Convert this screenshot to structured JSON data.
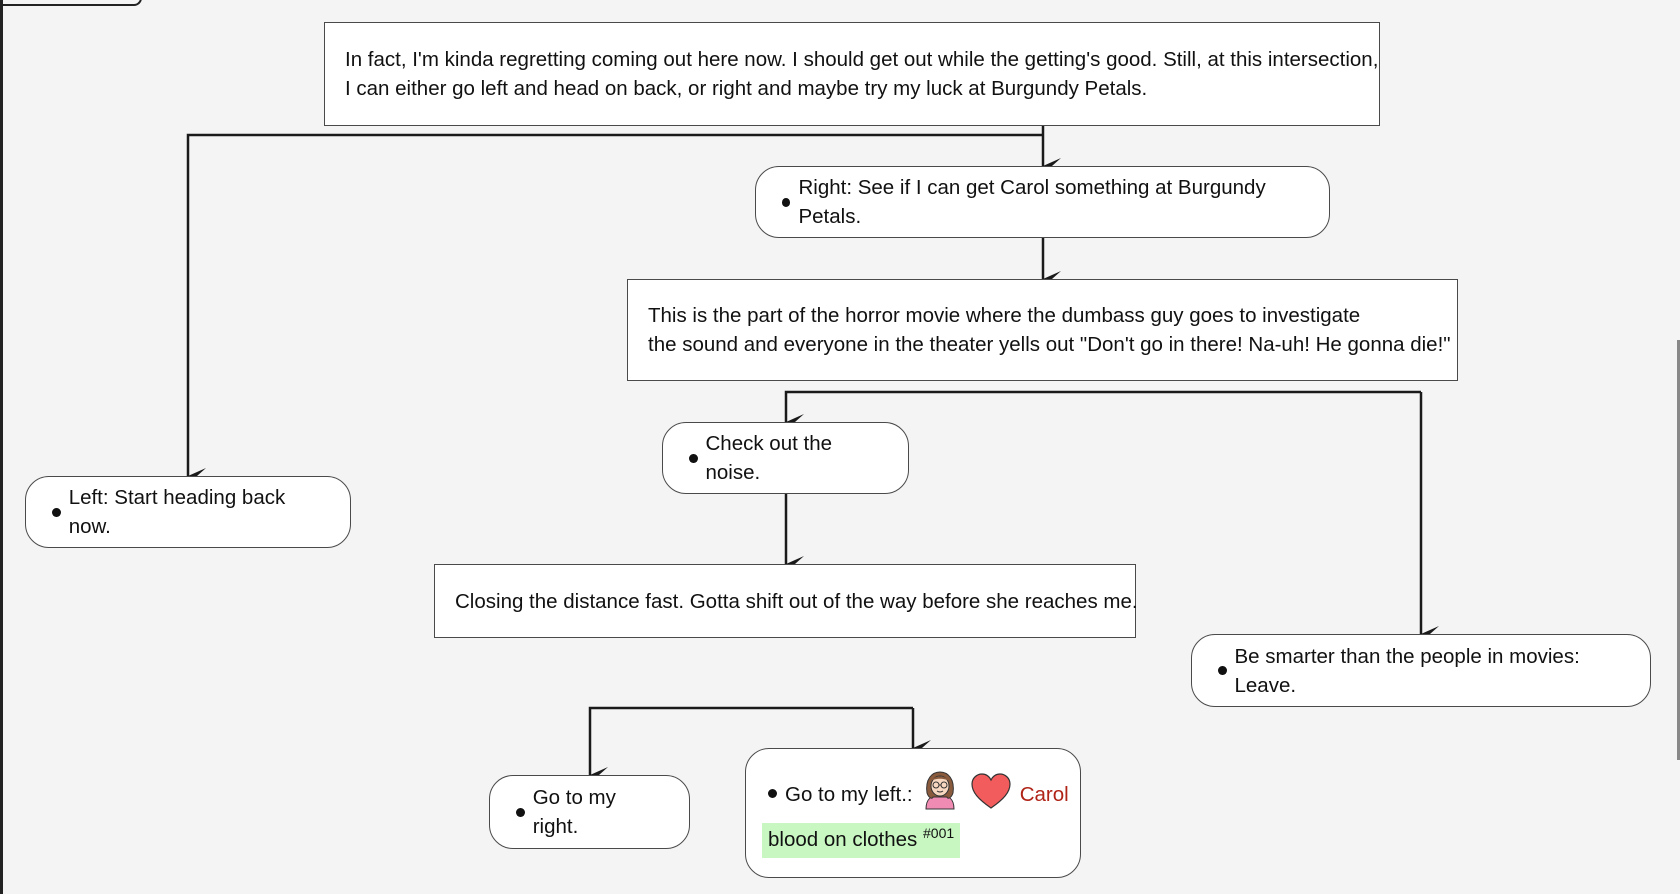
{
  "diagram": {
    "nodes": {
      "intro": {
        "lines": [
          "In fact, I'm kinda regretting coming out here now. I should get out while the getting's good. Still, at this intersection,",
          "I can either go left and head on back, or right and maybe try my luck at Burgundy Petals."
        ]
      },
      "choice_right": {
        "text": "Right: See if I can get Carol something at Burgundy Petals."
      },
      "horror": {
        "lines": [
          "This is the part of the horror movie where the dumbass guy goes to investigate",
          "the sound and everyone in the theater yells out \"Don't go in there! Na-uh! He gonna die!\""
        ]
      },
      "choice_left": {
        "text": "Left: Start heading back now."
      },
      "check_noise": {
        "text": "Check out the noise."
      },
      "closing": {
        "text": "Closing the distance fast. Gotta shift out of the way before she reaches me."
      },
      "leave": {
        "text": "Be smarter than the people in movies: Leave."
      },
      "go_right": {
        "text": "Go to my right."
      },
      "go_left": {
        "text": "Go to my left.:",
        "character": "Carol",
        "tag": "blood on clothes",
        "tag_ref": "#001"
      }
    },
    "icons": {
      "avatar": "girl-avatar-icon",
      "affection": "heart-icon"
    },
    "colors": {
      "background": "#f4f4f4",
      "node_fill": "#ffffff",
      "edge": "#1a1a1a",
      "character_name": "#b02418",
      "tag_highlight": "#c8f7c1",
      "heart": "#f25c5c"
    }
  }
}
